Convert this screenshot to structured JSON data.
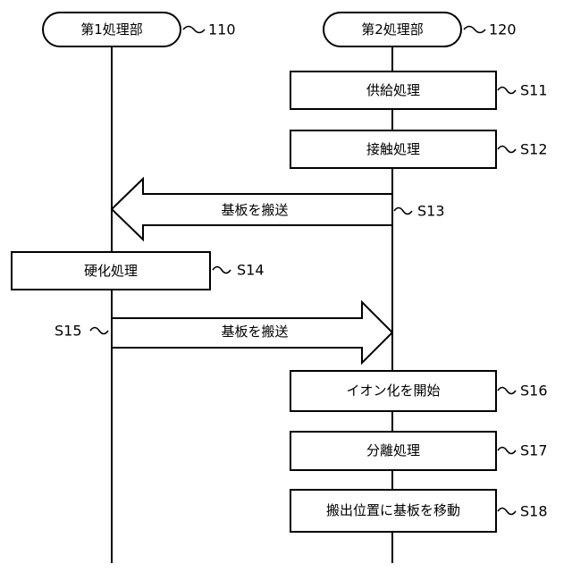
{
  "units": [
    {
      "name": "第1処理部",
      "ref": "110"
    },
    {
      "name": "第2処理部",
      "ref": "120"
    }
  ],
  "steps": [
    {
      "id": "S11",
      "label": "供給処理"
    },
    {
      "id": "S12",
      "label": "接触処理"
    },
    {
      "id": "S13",
      "label": "基板を搬送"
    },
    {
      "id": "S14",
      "label": "硬化処理"
    },
    {
      "id": "S15",
      "label": "基板を搬送"
    },
    {
      "id": "S16",
      "label": "イオン化を開始"
    },
    {
      "id": "S17",
      "label": "分離処理"
    },
    {
      "id": "S18",
      "label": "搬出位置に基板を移動"
    }
  ]
}
